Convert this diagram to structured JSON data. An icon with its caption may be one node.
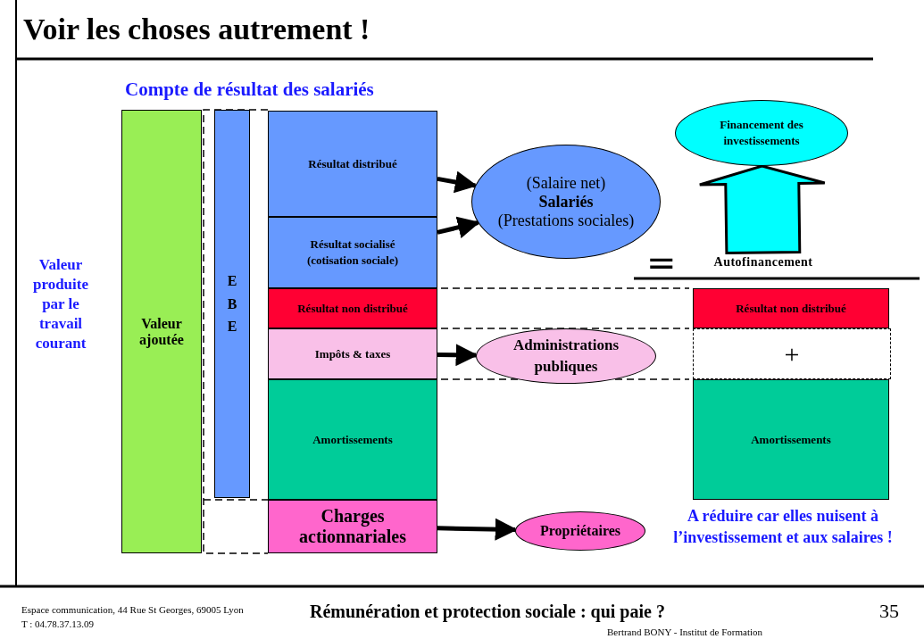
{
  "diagram": {
    "title": "Voir les choses autrement !",
    "nodes": [
      {
        "text": [
          "Valeur ajoutée"
        ]
      },
      {
        "text": [
          "EBE"
        ]
      },
      {
        "text": [
          "Résultat distribué"
        ]
      },
      {
        "text": [
          "Résultat socialisé (cotisation sociale)"
        ]
      },
      {
        "text": [
          "Résultat non distribué"
        ]
      },
      {
        "text": [
          "Impôts & taxes"
        ]
      },
      {
        "text": [
          "Amortissements"
        ]
      },
      {
        "text": [
          "Charges actionnariales"
        ]
      },
      {
        "text": [
          "(Salaire net)",
          "Salariés",
          "(Prestations sociales)"
        ]
      },
      {
        "text": [
          "Administrations publiques"
        ]
      },
      {
        "text": [
          "Propriétaires"
        ]
      },
      {
        "text": [
          "Financement des investissements"
        ]
      },
      {
        "text": [
          "Autofinancement"
        ]
      },
      {
        "text": [
          "Résultat non distribué"
        ]
      },
      {
        "text": [
          "+"
        ]
      },
      {
        "text": [
          "Amortissements"
        ]
      }
    ],
    "edges": [
      {
        "from": 2,
        "to": 8,
        "arrow": "to"
      },
      {
        "from": 3,
        "to": 8,
        "arrow": "to"
      },
      {
        "from": 5,
        "to": 9,
        "arrow": "to"
      },
      {
        "from": 7,
        "to": 10,
        "arrow": "to"
      },
      {
        "from": 12,
        "to": 11,
        "arrow": "to",
        "style": "thick",
        "color": "#00ffff"
      }
    ],
    "labels": [
      "Compte de résultat des salariés",
      "Valeur produite par le travail courant",
      "=",
      "A réduire car elles nuisent à l’investissement et aux salaires !",
      "Espace communication, 44 Rue St Georges, 69005 Lyon",
      "T : 04.78.37.13.09",
      "Rémunération et protection sociale : qui paie ?",
      "35",
      "Bertrand BONY - Institut de Formation"
    ]
  }
}
